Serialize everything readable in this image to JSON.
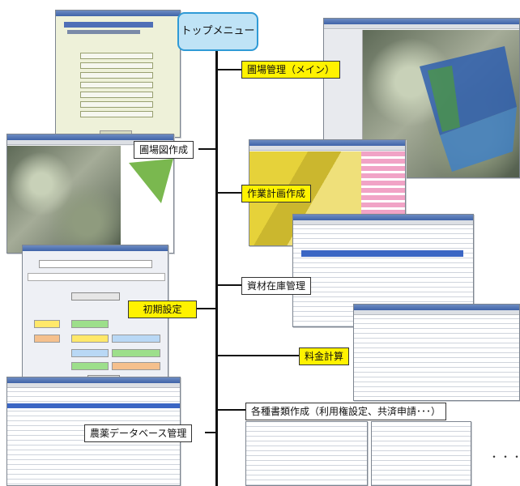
{
  "top_menu": "トップメニュー",
  "branches": {
    "field_management": "圃場管理（メイン）",
    "field_map": "圃場図作成",
    "work_plan": "作業計画作成",
    "inventory": "資材在庫管理",
    "initial_settings": "初期設定",
    "fee_calc": "料金計算",
    "pesticide_db": "農薬データベース管理",
    "documents": "各種書類作成（利用権設定、共済申請･･･）"
  },
  "more": "・・・",
  "colors": {
    "trunk": "#111111",
    "highlight": "#fff200",
    "top_fill": "#bfe3f6",
    "top_border": "#2f9ad6"
  }
}
